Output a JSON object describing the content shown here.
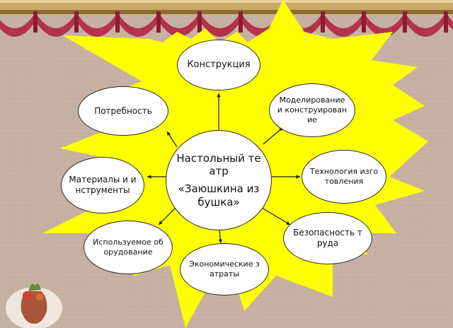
{
  "diagram": {
    "center": {
      "title": "Настольный театр",
      "subtitle": "«Заюшкина избушка»"
    },
    "nodes": [
      {
        "id": "construction",
        "label": "Конструкция"
      },
      {
        "id": "modeling",
        "label": "Моделирование и конструирование"
      },
      {
        "id": "technology",
        "label": "Технология изготовления"
      },
      {
        "id": "safety",
        "label": "Безопасность труда"
      },
      {
        "id": "costs",
        "label": "Экономические затраты"
      },
      {
        "id": "equipment",
        "label": "Используемое оборудование"
      },
      {
        "id": "materials",
        "label": "Материалы и инструменты"
      },
      {
        "id": "need",
        "label": "Потребность"
      }
    ]
  },
  "colors": {
    "background": "#c9b3a4",
    "curtain": "#b3334a",
    "burst": "#ffff00",
    "node_fill": "#ffffff",
    "arrow": "#1a1a1a"
  }
}
